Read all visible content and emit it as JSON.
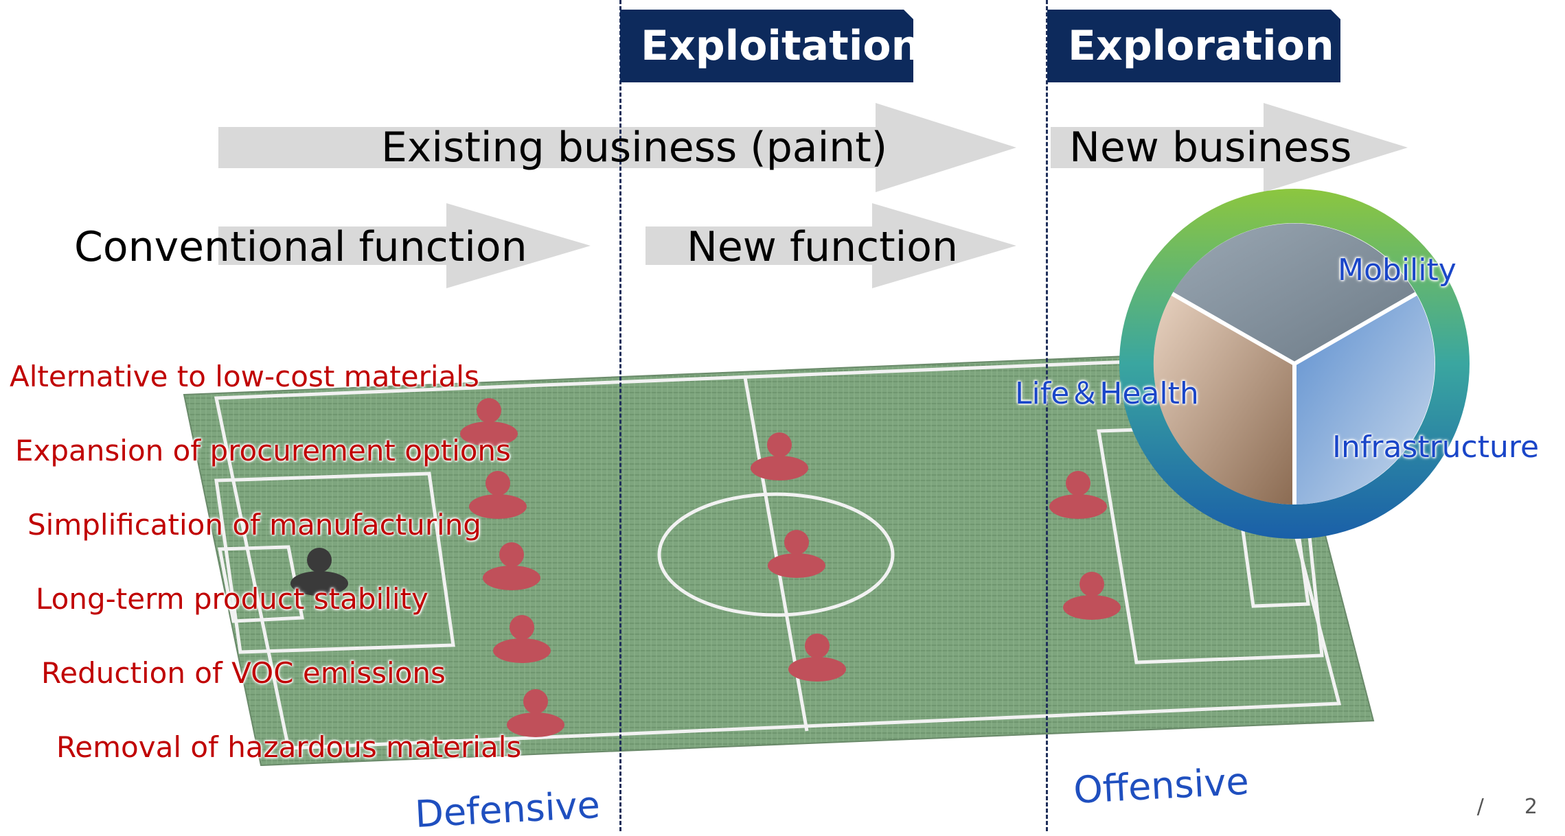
{
  "headers": {
    "exploitation": "Exploitation",
    "exploration": "Exploration"
  },
  "arrows": {
    "existing_business": "Existing business (paint)",
    "new_business": "New business",
    "conventional_function": "Conventional function",
    "new_function": "New function"
  },
  "defensive_items": [
    "Alternative to low-cost materials",
    "Expansion of procurement options",
    "Simplification of manufacturing",
    "Long-term product stability",
    "Reduction of VOC emissions",
    "Removal of hazardous materials"
  ],
  "wheel": {
    "mobility": "Mobility",
    "life_health": "Life＆Health",
    "infrastructure": "Infrastructure"
  },
  "bottom": {
    "defensive": "Defensive",
    "offensive": "Offensive"
  },
  "page": {
    "slash": "/",
    "number": "2"
  },
  "colors": {
    "header_bg": "#0d2a5c",
    "defensive_text": "#c00000",
    "wheel_text": "#1a46c8",
    "field_green": "#7aa079",
    "player_red": "#c0505a",
    "arrow_gray": "#d9d9d9"
  }
}
